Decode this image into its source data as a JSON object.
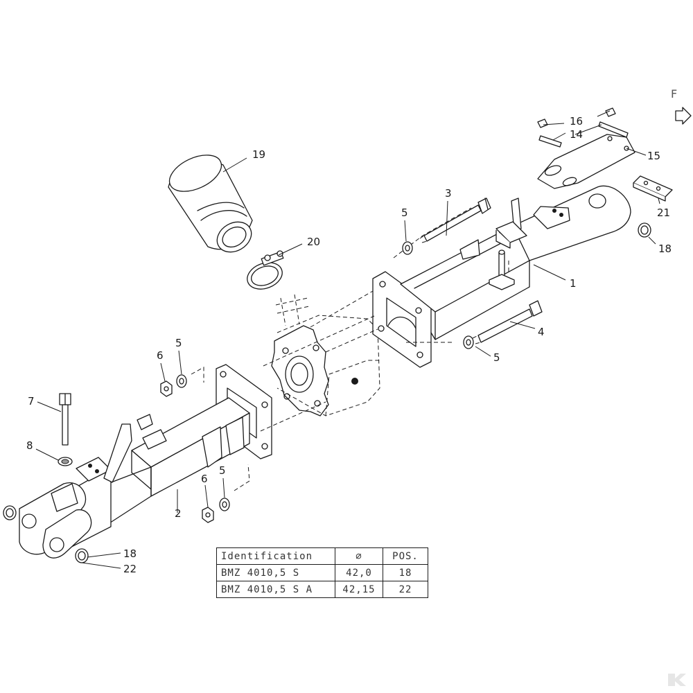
{
  "direction_marker": "F",
  "callouts": {
    "p1": "1",
    "p2": "2",
    "p3": "3",
    "p4": "4",
    "p5a": "5",
    "p5b": "5",
    "p5c": "5",
    "p5d": "5",
    "p6a": "6",
    "p6b": "6",
    "p7": "7",
    "p8": "8",
    "p14": "14",
    "p15": "15",
    "p16": "16",
    "p18a": "18",
    "p18b": "18",
    "p19": "19",
    "p20": "20",
    "p21": "21",
    "p22": "22"
  },
  "spec_table": {
    "headers": [
      "Identification",
      "⌀",
      "POS."
    ],
    "rows": [
      [
        "BMZ 4010,5 S",
        "42,0",
        "18"
      ],
      [
        "BMZ 4010,5 S A",
        "42,15",
        "22"
      ]
    ]
  },
  "icons": [
    "arrow-right-icon",
    "brand-logo"
  ]
}
